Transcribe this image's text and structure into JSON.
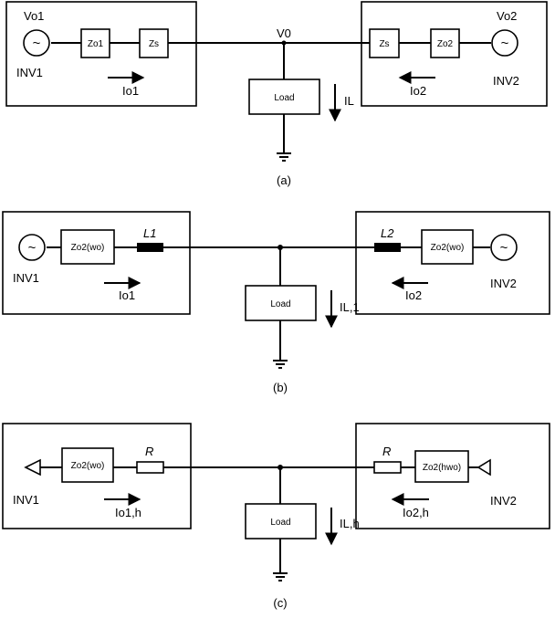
{
  "accent_color": "#000000",
  "panel_a": {
    "inv1_voltage": "Vo1",
    "inv2_voltage": "Vo2",
    "inv1_name": "INV1",
    "inv2_name": "INV2",
    "bus_voltage": "V0",
    "z_o1": "Zo1",
    "z_s_left": "Zs",
    "z_s_right": "Zs",
    "z_o2": "Zo2",
    "load": "Load",
    "i_o1": "Io1",
    "i_o2": "Io2",
    "i_l": "IL",
    "caption": "(a)"
  },
  "panel_b": {
    "inv1_name": "INV1",
    "inv2_name": "INV2",
    "z_left": "Zo2(wo)",
    "z_right": "Zo2(wo)",
    "l1": "L1",
    "l2": "L2",
    "load": "Load",
    "i_o1": "Io1",
    "i_o2": "Io2",
    "i_l": "IL,1",
    "caption": "(b)"
  },
  "panel_c": {
    "inv1_name": "INV1",
    "inv2_name": "INV2",
    "z_left": "Zo2(wo)",
    "z_right": "Zo2(hwo)",
    "r_left": "R",
    "r_right": "R",
    "load": "Load",
    "i_o1": "Io1,h",
    "i_o2": "Io2,h",
    "i_l": "IL,h",
    "caption": "(c)"
  }
}
